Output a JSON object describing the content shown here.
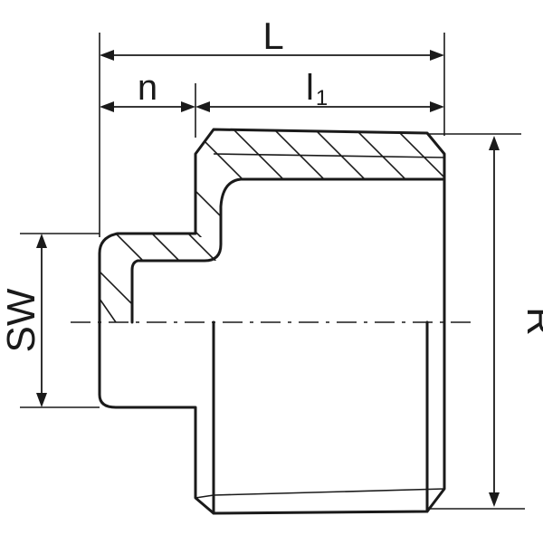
{
  "dimensions": {
    "L": "L",
    "n": "n",
    "l1_base": "l",
    "l1_sub": "1",
    "SW": "SW",
    "R": "R"
  }
}
